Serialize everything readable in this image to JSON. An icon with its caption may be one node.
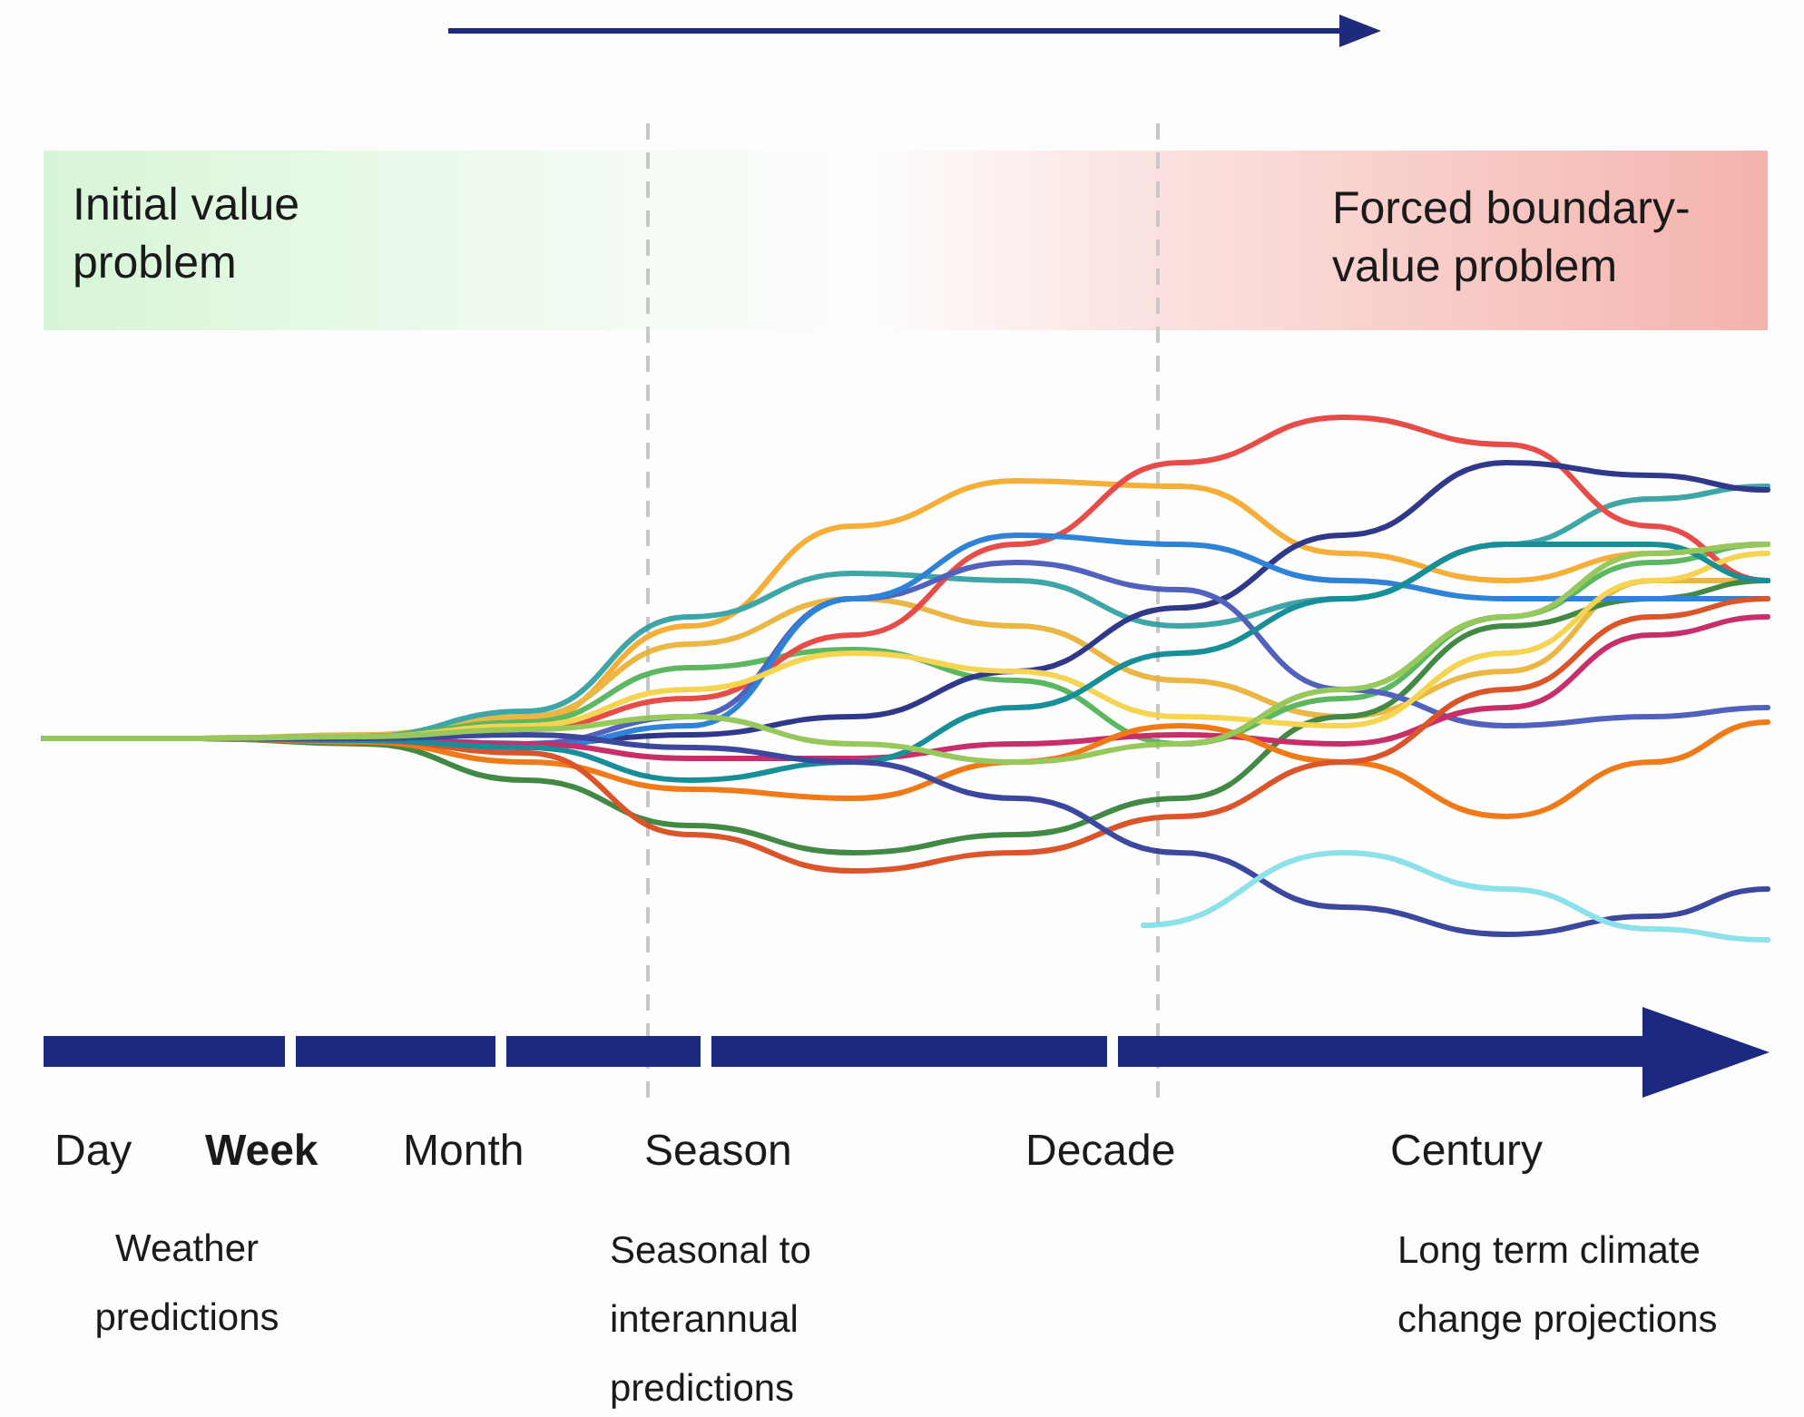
{
  "diagram": {
    "nodes": [
      {
        "text": [
          "Initial value problem"
        ]
      },
      {
        "text": [
          "Forced boundary-value problem"
        ]
      }
    ],
    "labels": [
      "Day",
      "Week",
      "Month",
      "Season",
      "Decade",
      "Century",
      "Weather predictions",
      "Seasonal to interannual predictions",
      "Long term climate change projections"
    ]
  }
}
